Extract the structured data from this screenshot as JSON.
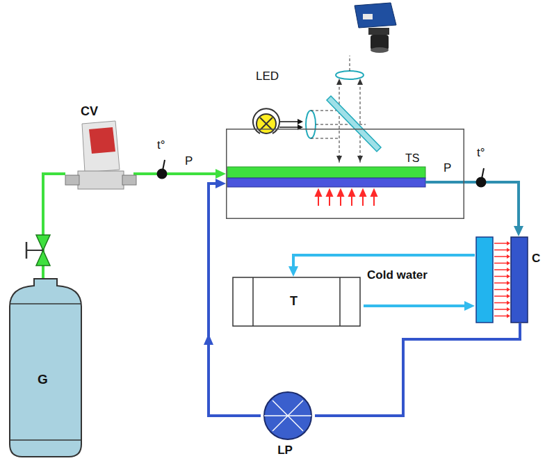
{
  "diagram": {
    "nodes": [
      {
        "text": [
          "G"
        ]
      },
      {
        "text": [
          "CV"
        ]
      },
      {
        "text": [
          "LED"
        ]
      },
      {
        "text": [
          "TS"
        ]
      },
      {
        "text": [
          "T"
        ]
      },
      {
        "text": [
          "C"
        ]
      },
      {
        "text": [
          "LP"
        ]
      }
    ],
    "edges": [
      {
        "from": 0,
        "to": 1,
        "arrow": "none"
      },
      {
        "from": 1,
        "to": 3,
        "arrow": "to"
      },
      {
        "from": 3,
        "to": 5,
        "arrow": "to"
      },
      {
        "from": 5,
        "to": 4,
        "arrow": "to"
      },
      {
        "from": 4,
        "to": 5,
        "label": "Cold water",
        "arrow": "to"
      },
      {
        "from": 5,
        "to": 6,
        "arrow": "none"
      },
      {
        "from": 6,
        "to": 3,
        "arrow": "to"
      }
    ],
    "labels": [
      "t°",
      "P",
      "t°",
      "P"
    ]
  }
}
